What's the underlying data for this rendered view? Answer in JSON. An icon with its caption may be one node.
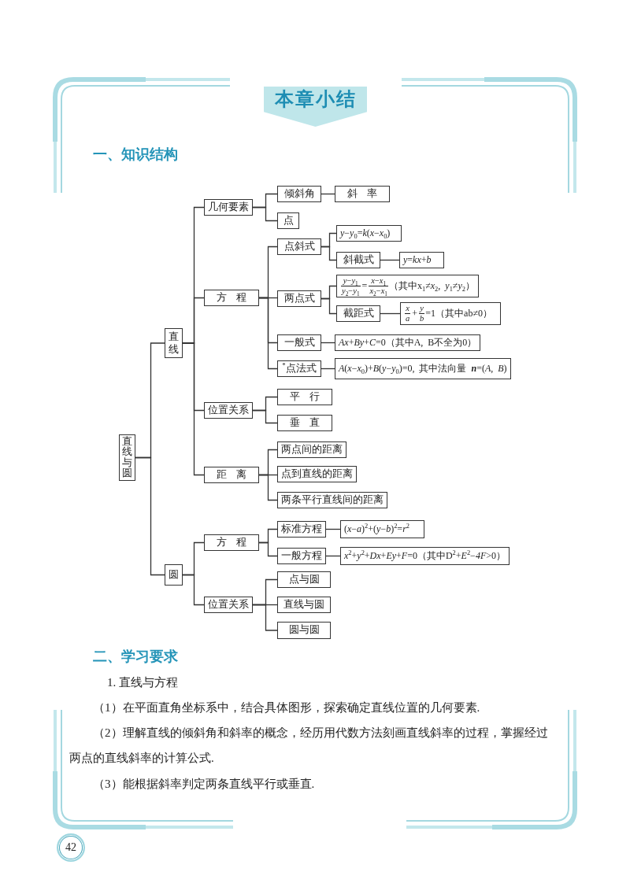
{
  "diagram": {
    "title": "本章小结",
    "nodes": [
      {
        "text": [
          "直线与圆"
        ]
      },
      {
        "text": [
          "直线"
        ]
      },
      {
        "text": [
          "几何要素"
        ]
      },
      {
        "text": [
          "倾斜角"
        ]
      },
      {
        "text": [
          "斜率"
        ]
      },
      {
        "text": [
          "点"
        ]
      },
      {
        "text": [
          "方程"
        ]
      },
      {
        "text": [
          "点斜式"
        ]
      },
      {
        "text": [
          "*y*−*y*$_{0}$=*k*(*x*−*x*$_{0}$)"
        ]
      },
      {
        "text": [
          "斜截式"
        ]
      },
      {
        "text": [
          "*y*=*kx*+*b*"
        ]
      },
      {
        "text": [
          "两点式"
        ]
      },
      {
        "text": [
          "*y*−*y*$_{1}$",
          "*y*$_{2}$−*y*$_{1}$",
          "=",
          "*x*−*x*$_{1}$",
          "*x*$_{2}$−*x*$_{1}$",
          "（其中x$_{1}$≠*x*$_{2}$, *y*$_{1}$≠*y*$_{2}$）"
        ]
      },
      {
        "text": [
          "截距式"
        ]
      },
      {
        "text": [
          "x",
          "a",
          "+",
          "y",
          "b",
          "=1（其中ab≠0）"
        ]
      },
      {
        "text": [
          "一般式"
        ]
      },
      {
        "text": [
          "*Ax*+*By*+*C*=0（其中A, B不全为0）"
        ]
      },
      {
        "text": [
          "$^{*}$点法式"
        ]
      },
      {
        "text": [
          "*A*(*x*−*x*$_{0}$)+*B*(*y*−*y*$_{0}$)=0, 其中法向量 **n**=(*A*, *B*)"
        ]
      },
      {
        "text": [
          "位置关系"
        ]
      },
      {
        "text": [
          "平行"
        ]
      },
      {
        "text": [
          "垂直"
        ]
      },
      {
        "text": [
          "距离"
        ]
      },
      {
        "text": [
          "两点间的距离"
        ]
      },
      {
        "text": [
          "点到直线的距离"
        ]
      },
      {
        "text": [
          "两条平行直线间的距离"
        ]
      },
      {
        "text": [
          "圆"
        ]
      },
      {
        "text": [
          "方程"
        ]
      },
      {
        "text": [
          "标准方程"
        ]
      },
      {
        "text": [
          "(*x*−*a*)$^{2}$+(*y*−*b*)$^{2}$=*r*$^{2}$"
        ]
      },
      {
        "text": [
          "一般方程"
        ]
      },
      {
        "text": [
          "*x*$^{2}$+*y*$^{2}$+*Dx*+*Ey*+*F*=0（其中D$^{2}$+*E*$^{2}$−*4F*>0）"
        ]
      },
      {
        "text": [
          "位置关系"
        ]
      },
      {
        "text": [
          "点与圆"
        ]
      },
      {
        "text": [
          "直线与圆"
        ]
      },
      {
        "text": [
          "圆与圆"
        ]
      }
    ],
    "edges": [
      {
        "from": 0,
        "to": 1,
        "arrow": "none"
      },
      {
        "from": 0,
        "to": 26,
        "arrow": "none"
      },
      {
        "from": 1,
        "to": 2,
        "arrow": "none"
      },
      {
        "from": 1,
        "to": 6,
        "arrow": "none"
      },
      {
        "from": 1,
        "to": 19,
        "arrow": "none"
      },
      {
        "from": 1,
        "to": 22,
        "arrow": "none"
      },
      {
        "from": 2,
        "to": 3,
        "arrow": "none"
      },
      {
        "from": 2,
        "to": 5,
        "arrow": "none"
      },
      {
        "from": 3,
        "to": 4,
        "arrow": "none"
      },
      {
        "from": 6,
        "to": 7,
        "arrow": "none"
      },
      {
        "from": 6,
        "to": 11,
        "arrow": "none"
      },
      {
        "from": 6,
        "to": 15,
        "arrow": "none"
      },
      {
        "from": 6,
        "to": 17,
        "arrow": "none"
      },
      {
        "from": 7,
        "to": 8,
        "arrow": "none"
      },
      {
        "from": 7,
        "to": 9,
        "arrow": "none"
      },
      {
        "from": 9,
        "to": 10,
        "arrow": "none"
      },
      {
        "from": 11,
        "to": 12,
        "arrow": "none"
      },
      {
        "from": 11,
        "to": 13,
        "arrow": "none"
      },
      {
        "from": 13,
        "to": 14,
        "arrow": "none"
      },
      {
        "from": 15,
        "to": 16,
        "arrow": "none"
      },
      {
        "from": 17,
        "to": 18,
        "arrow": "none"
      },
      {
        "from": 19,
        "to": 20,
        "arrow": "none"
      },
      {
        "from": 19,
        "to": 21,
        "arrow": "none"
      },
      {
        "from": 22,
        "to": 23,
        "arrow": "none"
      },
      {
        "from": 22,
        "to": 24,
        "arrow": "none"
      },
      {
        "from": 22,
        "to": 25,
        "arrow": "none"
      },
      {
        "from": 26,
        "to": 27,
        "arrow": "none"
      },
      {
        "from": 26,
        "to": 32,
        "arrow": "none"
      },
      {
        "from": 27,
        "to": 28,
        "arrow": "none"
      },
      {
        "from": 27,
        "to": 30,
        "arrow": "none"
      },
      {
        "from": 28,
        "to": 29,
        "arrow": "none"
      },
      {
        "from": 30,
        "to": 31,
        "arrow": "none"
      },
      {
        "from": 32,
        "to": 33,
        "arrow": "none"
      },
      {
        "from": 32,
        "to": 34,
        "arrow": "none"
      },
      {
        "from": 32,
        "to": 35,
        "arrow": "none"
      }
    ],
    "labels": [
      "一、知识结构",
      "二、学习要求",
      "1. 直线与方程",
      "（1）在平面直角坐标系中，结合具体图形，探索确定直线位置的几何要素.",
      "（2）理解直线的倾斜角和斜率的概念，经历用代数方法刻画直线斜率的过程，掌握经过两点的直线斜率的计算公式.",
      "（3）能根据斜率判定两条直线平行或垂直.",
      "42"
    ]
  }
}
